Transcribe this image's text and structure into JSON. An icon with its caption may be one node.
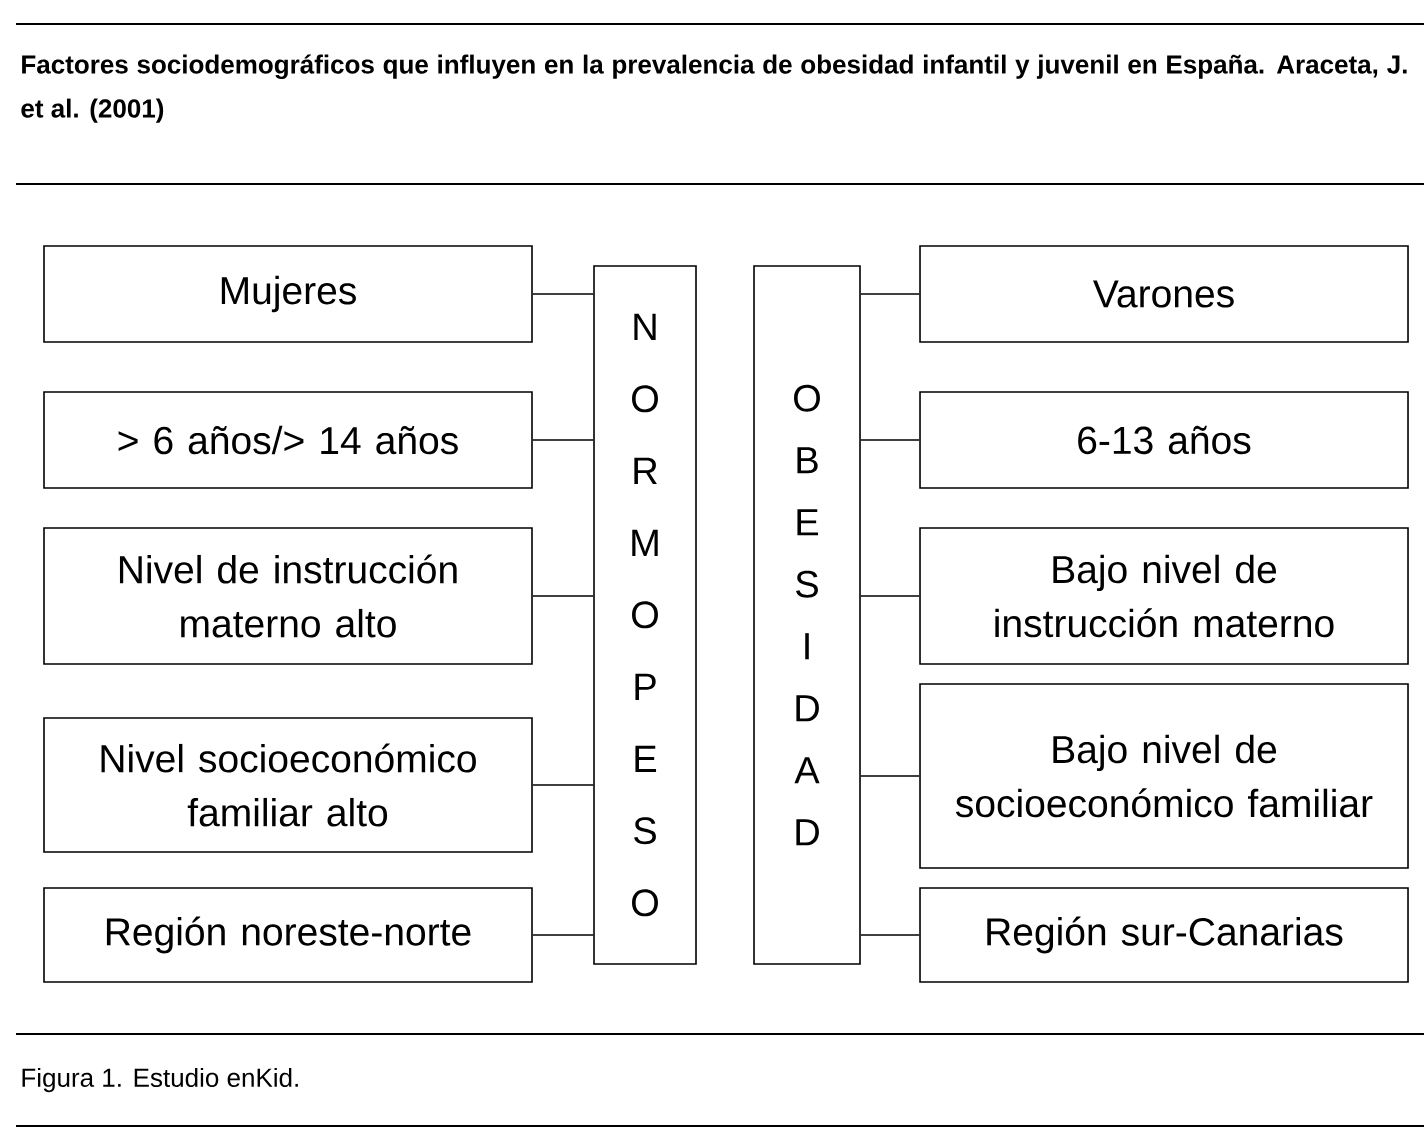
{
  "diagram": {
    "title": "Factores sociodemográficos que influyen en la prevalencia de obesidad infantil y juvenil en España. Araceta, J. et al. (2001)",
    "caption": "Figura 1. Estudio enKid.",
    "nodes": [
      {
        "text": [
          "Mujeres"
        ]
      },
      {
        "text": [
          "> 6 años/> 14 años"
        ]
      },
      {
        "text": [
          "Nivel de instrucción materno alto"
        ]
      },
      {
        "text": [
          "Nivel socioeconómico familiar alto"
        ]
      },
      {
        "text": [
          "Región noreste-norte"
        ]
      },
      {
        "text": [
          "NORMOPESO"
        ]
      },
      {
        "text": [
          "OBESIDAD"
        ]
      },
      {
        "text": [
          "Varones"
        ]
      },
      {
        "text": [
          "6-13 años"
        ]
      },
      {
        "text": [
          "Bajo nivel de instrucción materno"
        ]
      },
      {
        "text": [
          "Bajo nivel de socioeconómico familiar"
        ]
      },
      {
        "text": [
          "Región sur-Canarias"
        ]
      }
    ],
    "edges": [
      {
        "from": 0,
        "to": 5,
        "arrow": "none"
      },
      {
        "from": 1,
        "to": 5,
        "arrow": "none"
      },
      {
        "from": 2,
        "to": 5,
        "arrow": "none"
      },
      {
        "from": 3,
        "to": 5,
        "arrow": "none"
      },
      {
        "from": 4,
        "to": 5,
        "arrow": "none"
      },
      {
        "from": 6,
        "to": 7,
        "arrow": "none"
      },
      {
        "from": 6,
        "to": 8,
        "arrow": "none"
      },
      {
        "from": 6,
        "to": 9,
        "arrow": "none"
      },
      {
        "from": 6,
        "to": 10,
        "arrow": "none"
      },
      {
        "from": 6,
        "to": 11,
        "arrow": "none"
      }
    ]
  }
}
